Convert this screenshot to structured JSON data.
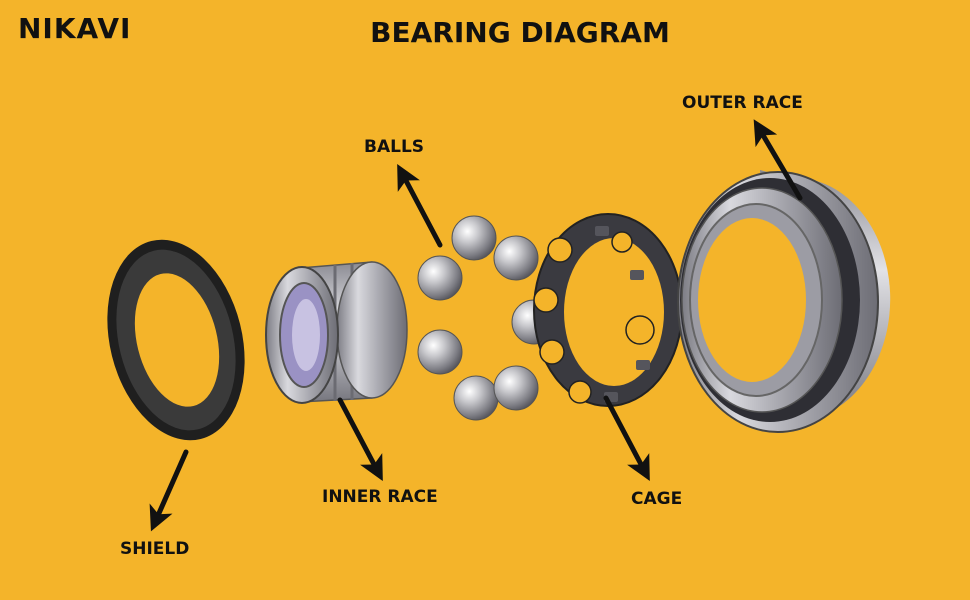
{
  "brand": "NIKAVI",
  "title": "BEARING DIAGRAM",
  "labels": {
    "balls": "BALLS",
    "outer_race": "OUTER RACE",
    "inner_race": "INNER RACE",
    "cage": "CAGE",
    "shield": "SHIELD"
  },
  "colors": {
    "background": "#f4b42a",
    "metal": "#b8b8be",
    "shield": "#2b2b2b",
    "cage": "#3e3e44"
  }
}
